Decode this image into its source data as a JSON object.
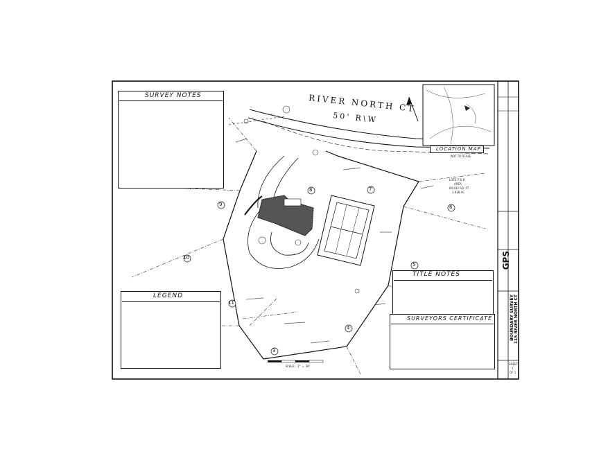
{
  "survey_notes": {
    "title": "SURVEY NOTES"
  },
  "location_map": {
    "title": "LOCATION MAP",
    "subtitle": "NOT TO SCALE"
  },
  "road": {
    "name": "RIVER NORTH CT",
    "row": "50' R\\W"
  },
  "legend": {
    "title": "LEGEND"
  },
  "title_notes": {
    "title": "TITLE NOTES"
  },
  "surveyors_certificate": {
    "title": "SURVEYORS CERTIFICATE"
  },
  "lot_numbers": [
    "9",
    "10",
    "11",
    "8",
    "7",
    "6",
    "5",
    "4",
    "3"
  ],
  "area": {
    "label": "LOTS 7 & 8",
    "line1": "AREA",
    "line2": "84,432 SQ. FT.",
    "line3": "1.938 AC"
  },
  "scale": {
    "text": "SCALE: 1\" = 30'"
  },
  "title_block": {
    "company": "GPS",
    "project_type": "BOUNDARY SURVEY",
    "address": "115 RIVER NORTH CT",
    "sheet_label": "SHEET",
    "sheet_number": "1",
    "sheet_of": "OF 1"
  }
}
